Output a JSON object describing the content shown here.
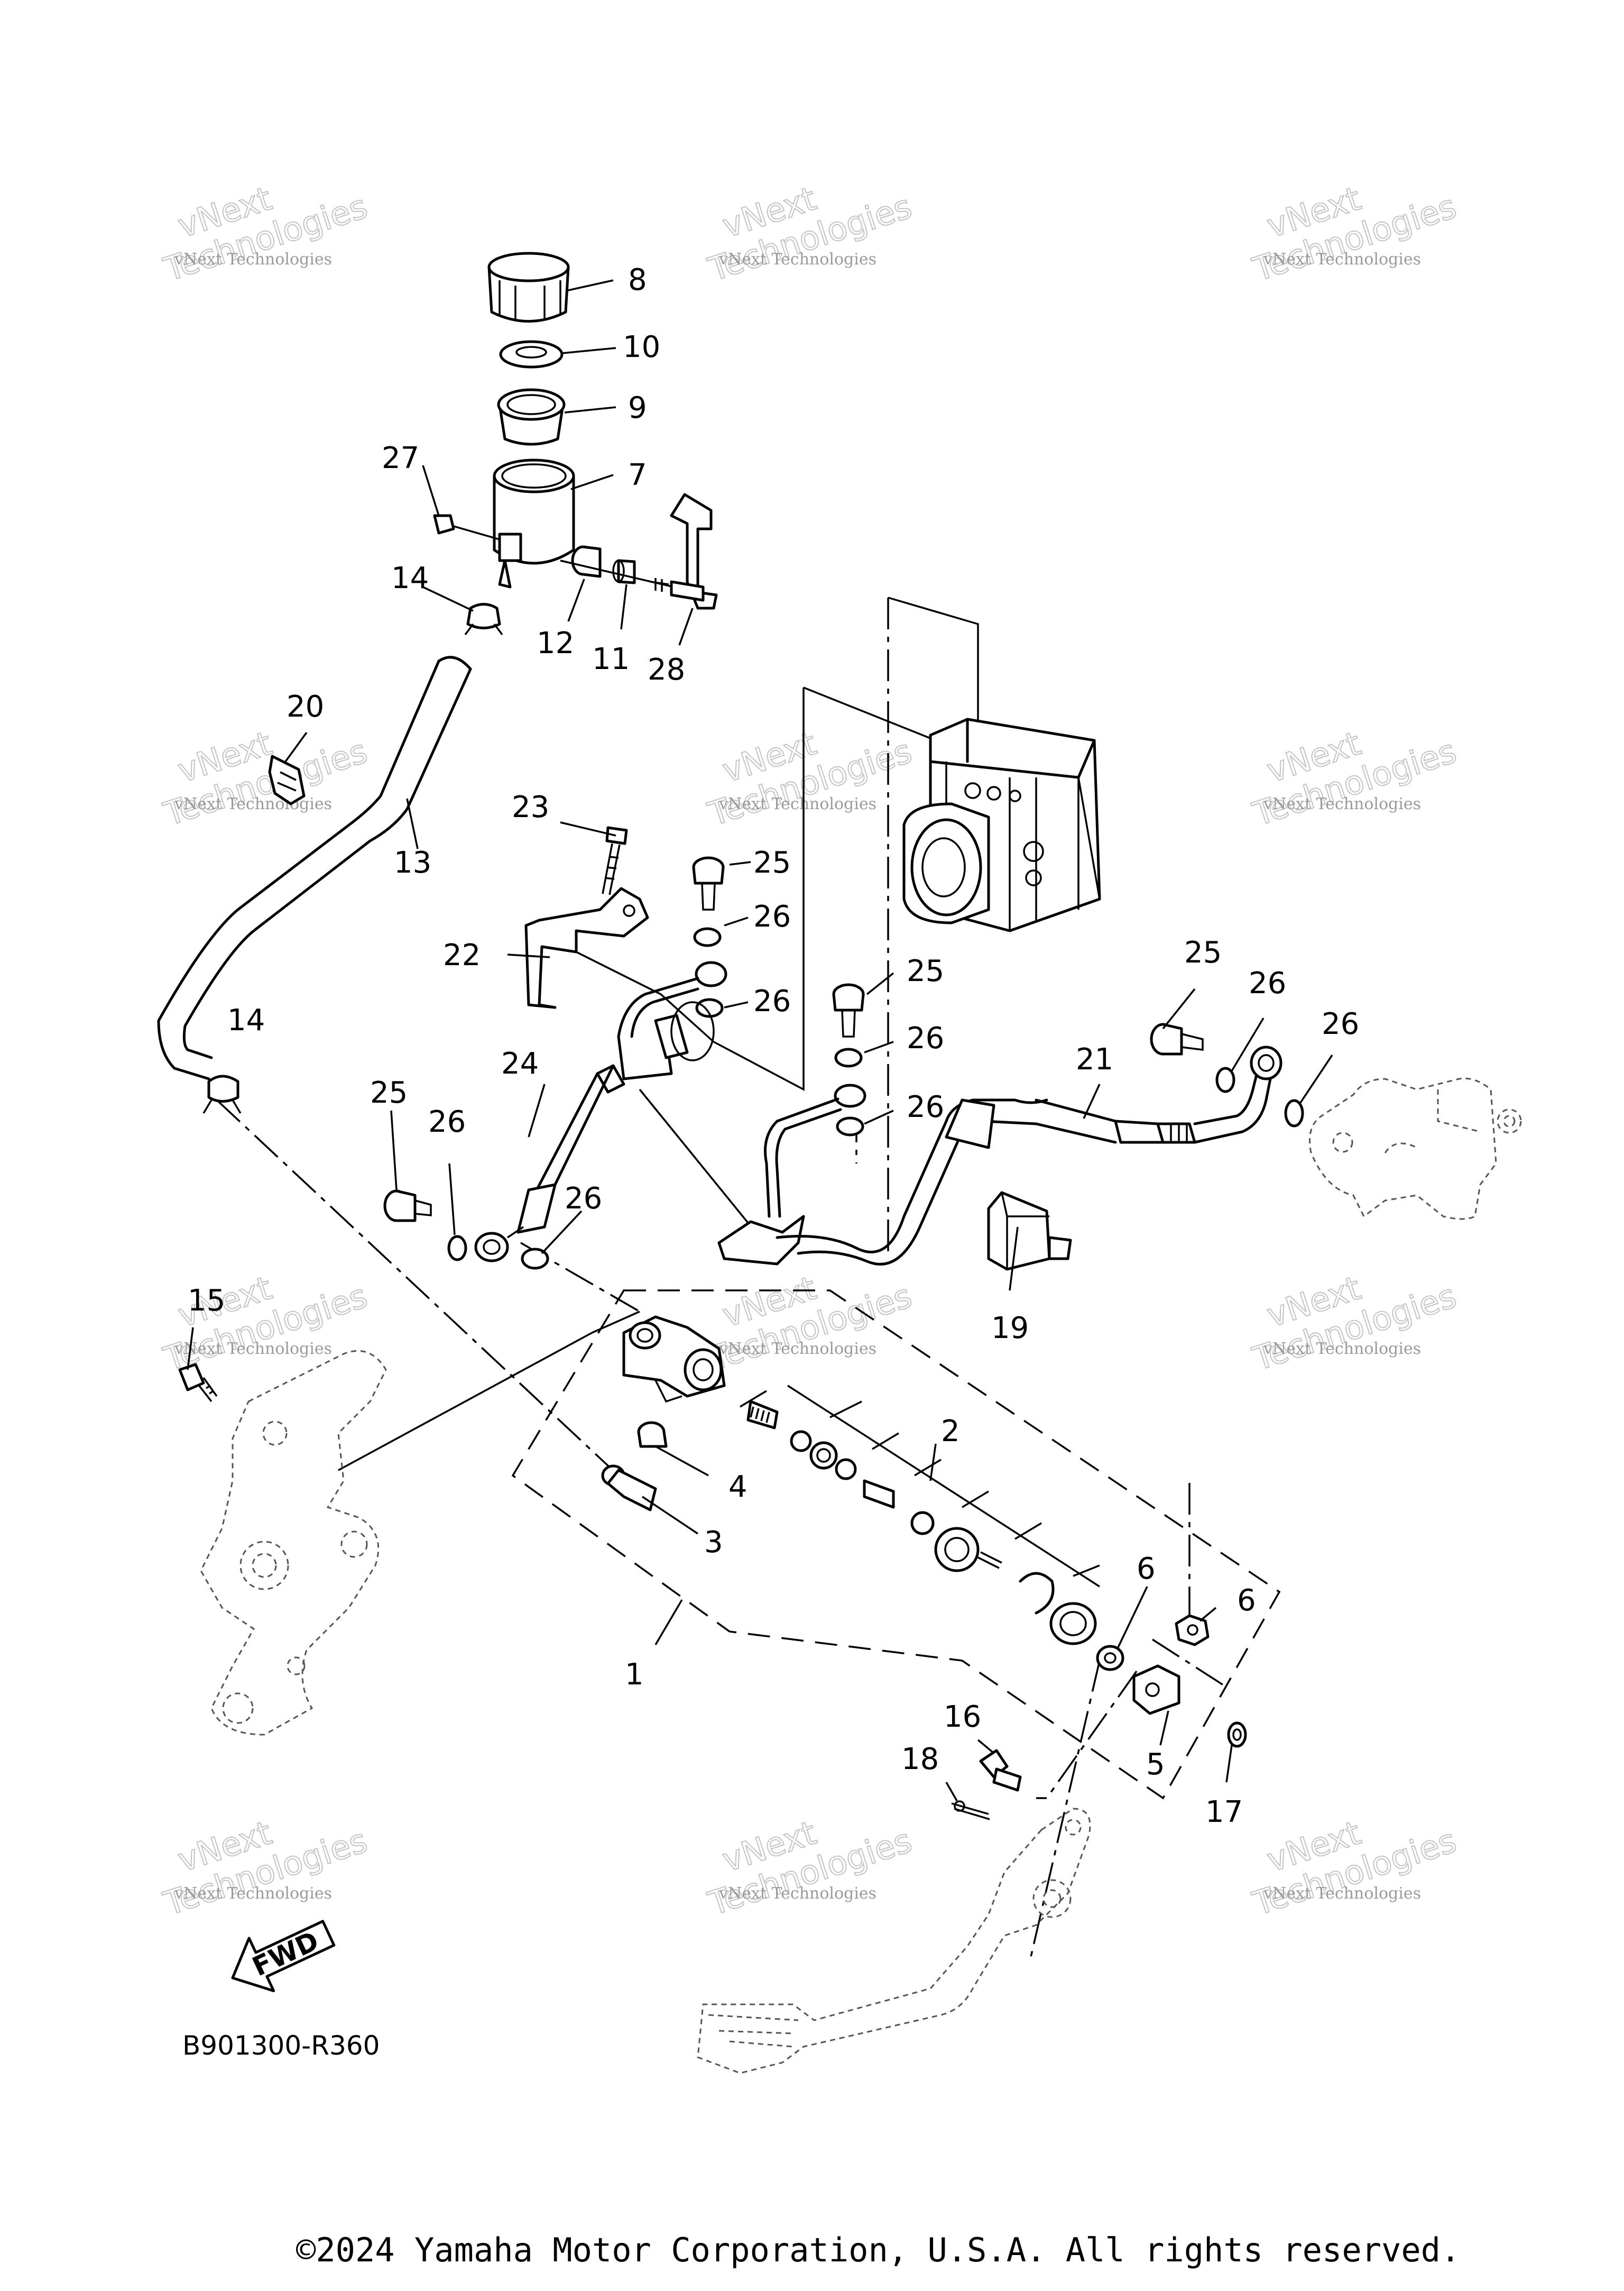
{
  "callouts": {
    "c1": "1",
    "c2": "2",
    "c3": "3",
    "c4": "4",
    "c5": "5",
    "c6a": "6",
    "c6b": "6",
    "c7": "7",
    "c8": "8",
    "c9": "9",
    "c10": "10",
    "c11": "11",
    "c12": "12",
    "c13": "13",
    "c14a": "14",
    "c14b": "14",
    "c15": "15",
    "c16": "16",
    "c17": "17",
    "c18": "18",
    "c19": "19",
    "c20": "20",
    "c21": "21",
    "c22": "22",
    "c23": "23",
    "c24": "24",
    "c25a": "25",
    "c25b": "25",
    "c25c": "25",
    "c25d": "25",
    "c26a": "26",
    "c26b": "26",
    "c26c": "26",
    "c26d": "26",
    "c26e": "26",
    "c26f": "26",
    "c26g": "26",
    "c26h": "26",
    "c27": "27",
    "c28": "28"
  },
  "watermark": {
    "small": "vNext Technologies",
    "large": "vNext",
    "large2": "Technologies"
  },
  "fwd_label": "FWD",
  "diagram_code": "B901300-R360",
  "copyright": "©2024 Yamaha Motor Corporation, U.S.A. All rights reserved."
}
